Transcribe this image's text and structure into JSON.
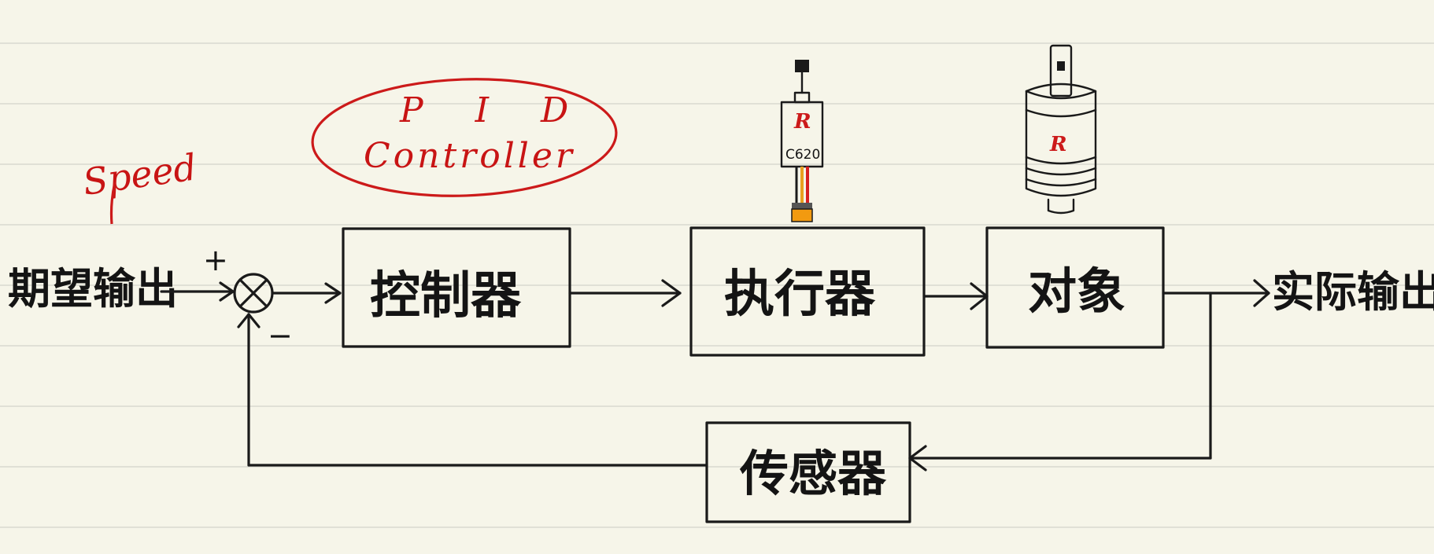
{
  "labels": {
    "speed": "Speed",
    "pid_line1": "P I D",
    "pid_line2": "Controller",
    "desired_output": "期望输出",
    "actual_output": "实际输出",
    "plus_sign": "+",
    "minus_sign": "−"
  },
  "blocks": {
    "controller": "控制器",
    "actuator": "执行器",
    "plant": "对象",
    "sensor": "传感器"
  },
  "devices": {
    "esc_logo": "R",
    "esc_model": "C620",
    "motor_logo": "R"
  },
  "colors": {
    "paper": "#f6f5e9",
    "ink": "#1a1a1a",
    "annotation_red": "#cc1a1a",
    "ruled_line": "#d9d9d0"
  }
}
